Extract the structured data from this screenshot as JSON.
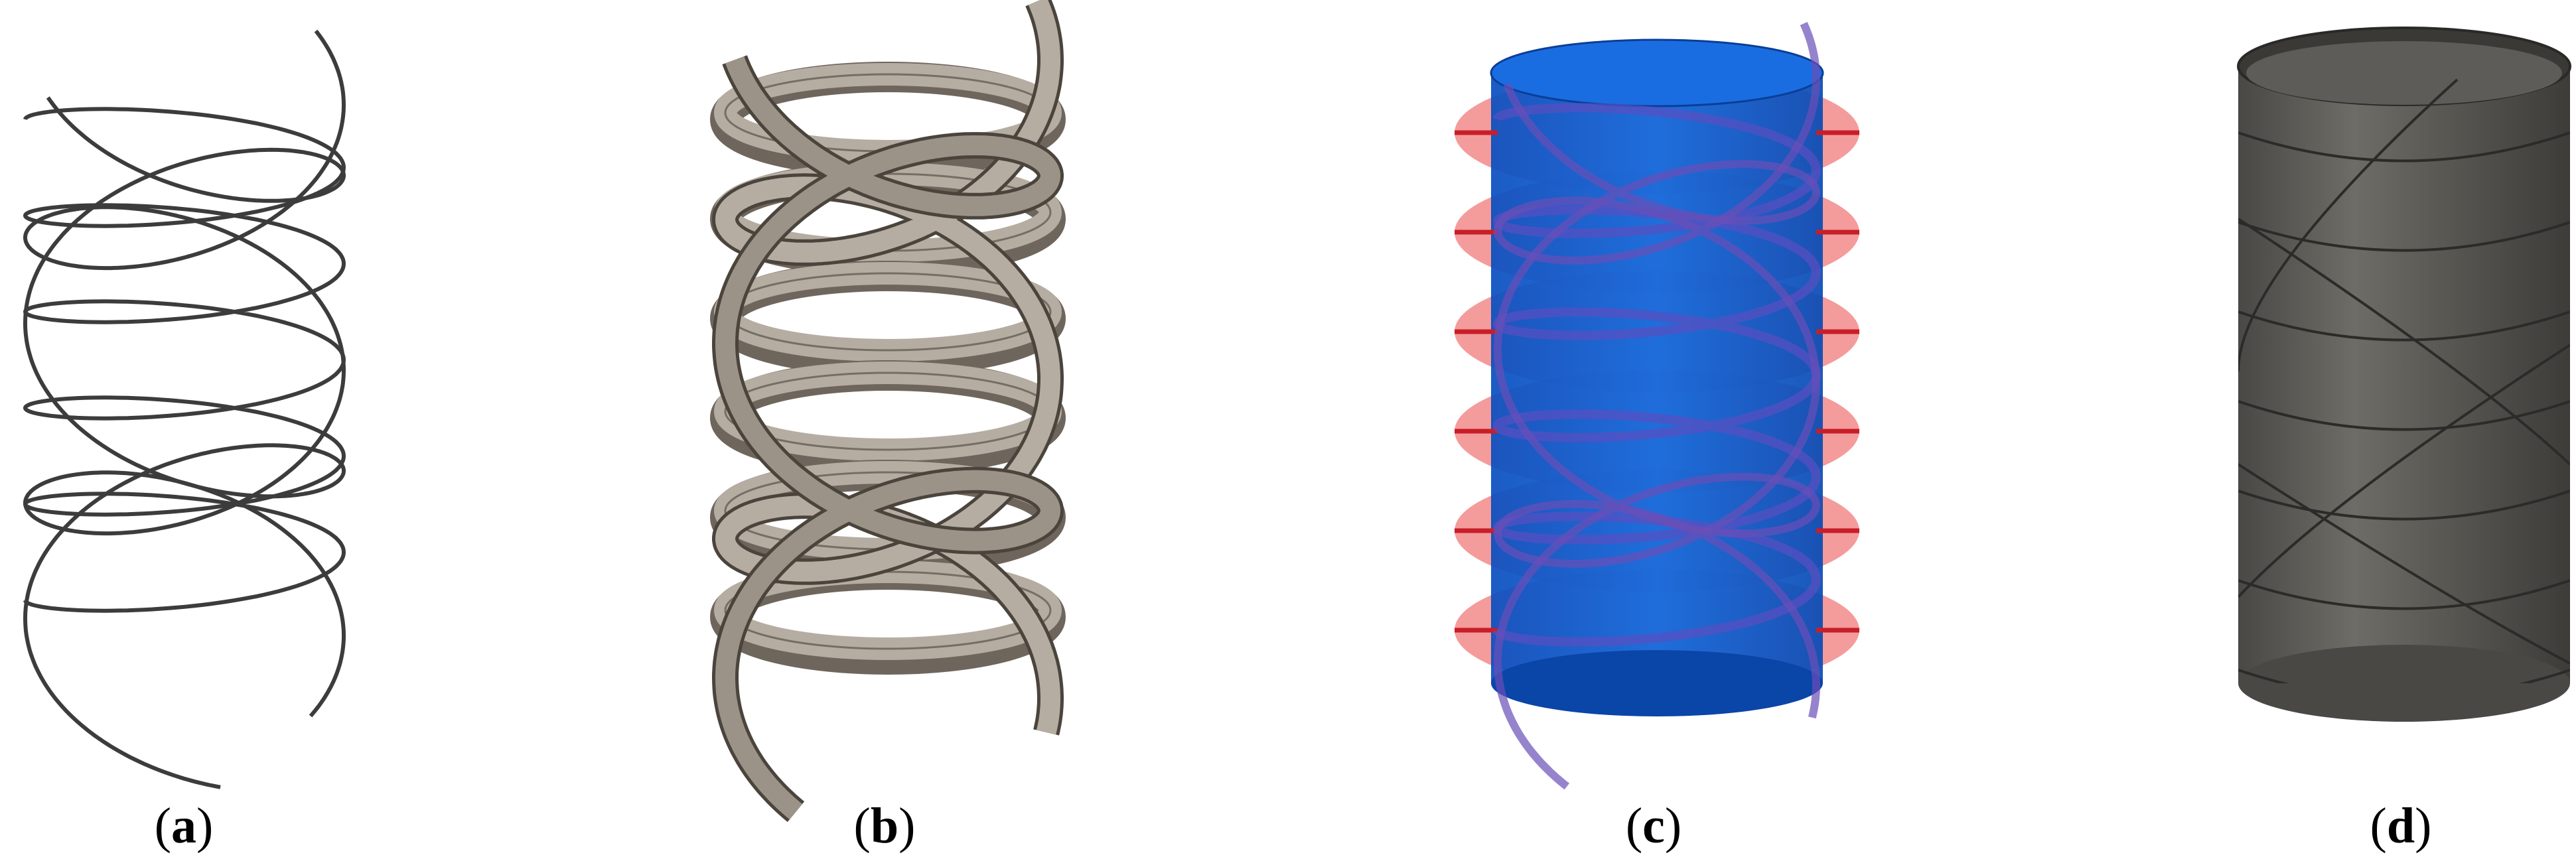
{
  "panels": [
    {
      "id": "a",
      "caption_open": "(",
      "caption_letter": "a",
      "caption_close": ")"
    },
    {
      "id": "b",
      "caption_open": "(",
      "caption_letter": "b",
      "caption_close": ")"
    },
    {
      "id": "c",
      "caption_open": "(",
      "caption_letter": "c",
      "caption_close": ")"
    },
    {
      "id": "d",
      "caption_open": "(",
      "caption_letter": "d",
      "caption_close": ")"
    }
  ],
  "colors": {
    "wire": "#3c3c3c",
    "strip_light": "#b6ada2",
    "strip_dark": "#6e665c",
    "strip_edge": "#4a443c",
    "cylinder_blue": "#0a5fd6",
    "cylinder_blue_dark": "#0a45a8",
    "disk_red": "#f07a7a",
    "disk_red_dark": "#c81e28",
    "shell_gray": "#56544f",
    "shell_light": "#77756f",
    "shell_line": "#2c2b29"
  },
  "icons": {
    "panel_a": "helix-wireframe-icon",
    "panel_b": "helical-strips-icon",
    "panel_c": "cylinder-with-disks-icon",
    "panel_d": "helix-shell-icon"
  }
}
